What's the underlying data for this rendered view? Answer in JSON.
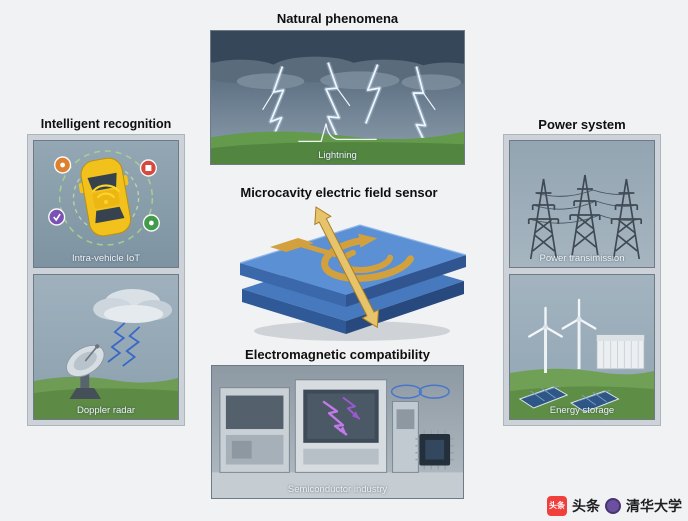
{
  "natural": {
    "title": "Natural phenomena",
    "caption": "Lightning"
  },
  "sensor": {
    "title": "Microcavity electric field sensor"
  },
  "intelligent": {
    "title": "Intelligent recognition",
    "panels": [
      {
        "caption": "Intra-vehicle IoT"
      },
      {
        "caption": "Doppler radar"
      }
    ]
  },
  "power": {
    "title": "Power system",
    "panels": [
      {
        "caption": "Power transimission"
      },
      {
        "caption": "Energy storage"
      }
    ]
  },
  "emc": {
    "title": "Electromagnetic compatibility",
    "caption": "Semiconductor industry"
  },
  "watermark": {
    "icon_label": "头条",
    "brand": "头条",
    "account": "清华大学"
  },
  "colors": {
    "accent_gold": "#d2a13e",
    "chip_blue": "#5b90d5",
    "grass_green": "#639a4c",
    "lightning_white": "#eef5fc",
    "toutiao_red": "#f1403c",
    "panel_gray_blue": "#8a9dab"
  }
}
